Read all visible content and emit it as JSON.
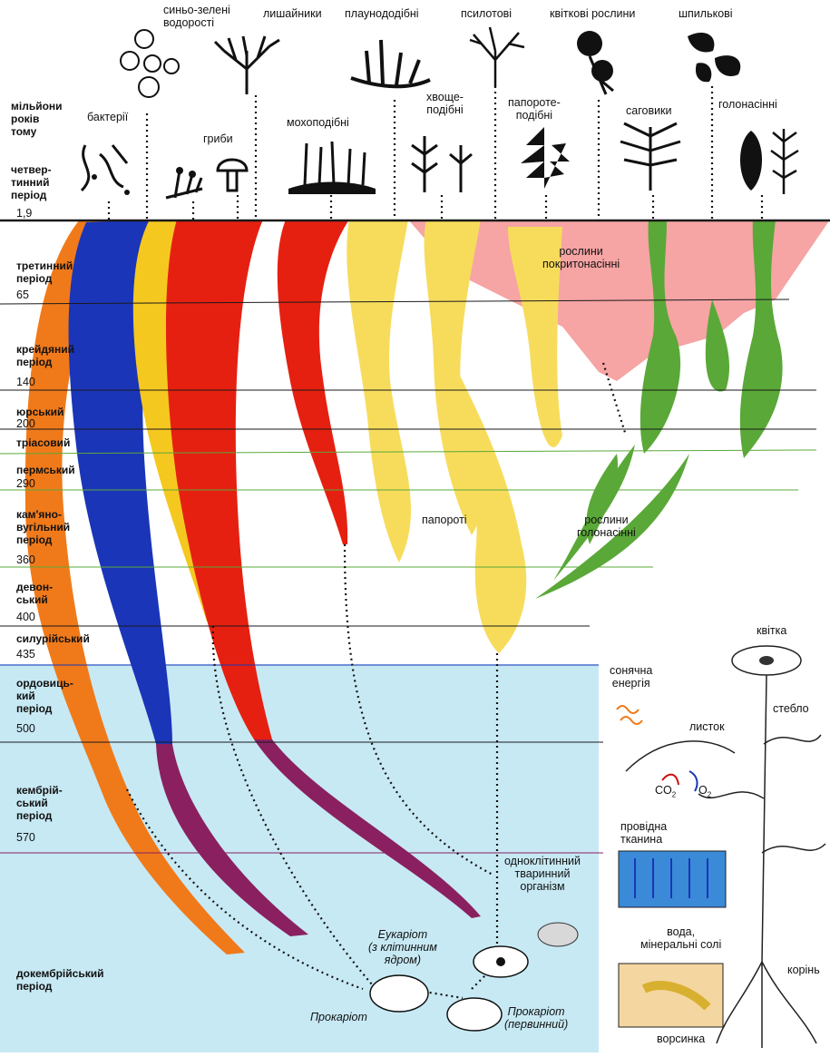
{
  "groups": {
    "blue_green_algae": "синьо-зелені\nводорості",
    "lichens": "лишайники",
    "lycopods": "плаунододібні",
    "psilotes": "псилотові",
    "flowering": "квіткові рослини",
    "conifers": "шпилькові",
    "bacteria": "бактерії",
    "horsetails": "хвоще-\nподібні",
    "fernlike": "папороте-\nподібні",
    "mosses": "мохоподібні",
    "fungi": "гриби",
    "cycads": "саговики",
    "gymnosperm_group": "голонасінні",
    "angiosperms": "рослини\nпокритонасінні",
    "gymnosperms": "рослини\nголонасінні",
    "ferns": "папороті"
  },
  "timescale": {
    "header": "мільйони\nроків\nтому",
    "periods": [
      {
        "name": "четвер-\nтинний\nперіод",
        "mya": "1,9"
      },
      {
        "name": "третинний\nперіод",
        "mya": "65"
      },
      {
        "name": "крейдяний\nперіод",
        "mya": "140"
      },
      {
        "name": "юрський",
        "mya": "200"
      },
      {
        "name": "тріасовий",
        "mya": ""
      },
      {
        "name": "пермський",
        "mya": "290"
      },
      {
        "name": "кам'яно-\nвугільний\nперіод",
        "mya": "360"
      },
      {
        "name": "девон-\nський",
        "mya": "400"
      },
      {
        "name": "силурійський",
        "mya": "435"
      },
      {
        "name": "ордовиць-\nкий\nперіод",
        "mya": "500"
      },
      {
        "name": "кембрій-\nський\nперіод",
        "mya": "570"
      },
      {
        "name": "докембрійський\nперіод",
        "mya": ""
      }
    ]
  },
  "origins": {
    "eukaryote": "Еукаріот\n(з клітинним\nядром)",
    "prokaryote": "Прокаріот",
    "prokaryote_primary": "Прокаріот\n(первинний)",
    "animal": "одноклітинний\nтваринний\nорганізм"
  },
  "plant_parts": {
    "flower": "квітка",
    "stem": "стебло",
    "leaf": "листок",
    "sun": "сонячна\nенергія",
    "co2": "CO",
    "o2": "O",
    "sub2": "2",
    "conducting": "провідна\nтканина",
    "water": "вода,\nмінеральні солі",
    "root": "корінь",
    "root_hair": "ворсинка"
  },
  "colors": {
    "bacteria": "#f07a1a",
    "algae": "#1a35b8",
    "fungi_yellow": "#f5c820",
    "lichen_red": "#e62010",
    "ferns": "#f7dc5c",
    "angiosperms": "#f59a9a",
    "gymnosperms": "#5aa838",
    "ancient_purple": "#8a2060",
    "sea": "#c7e9f4"
  }
}
